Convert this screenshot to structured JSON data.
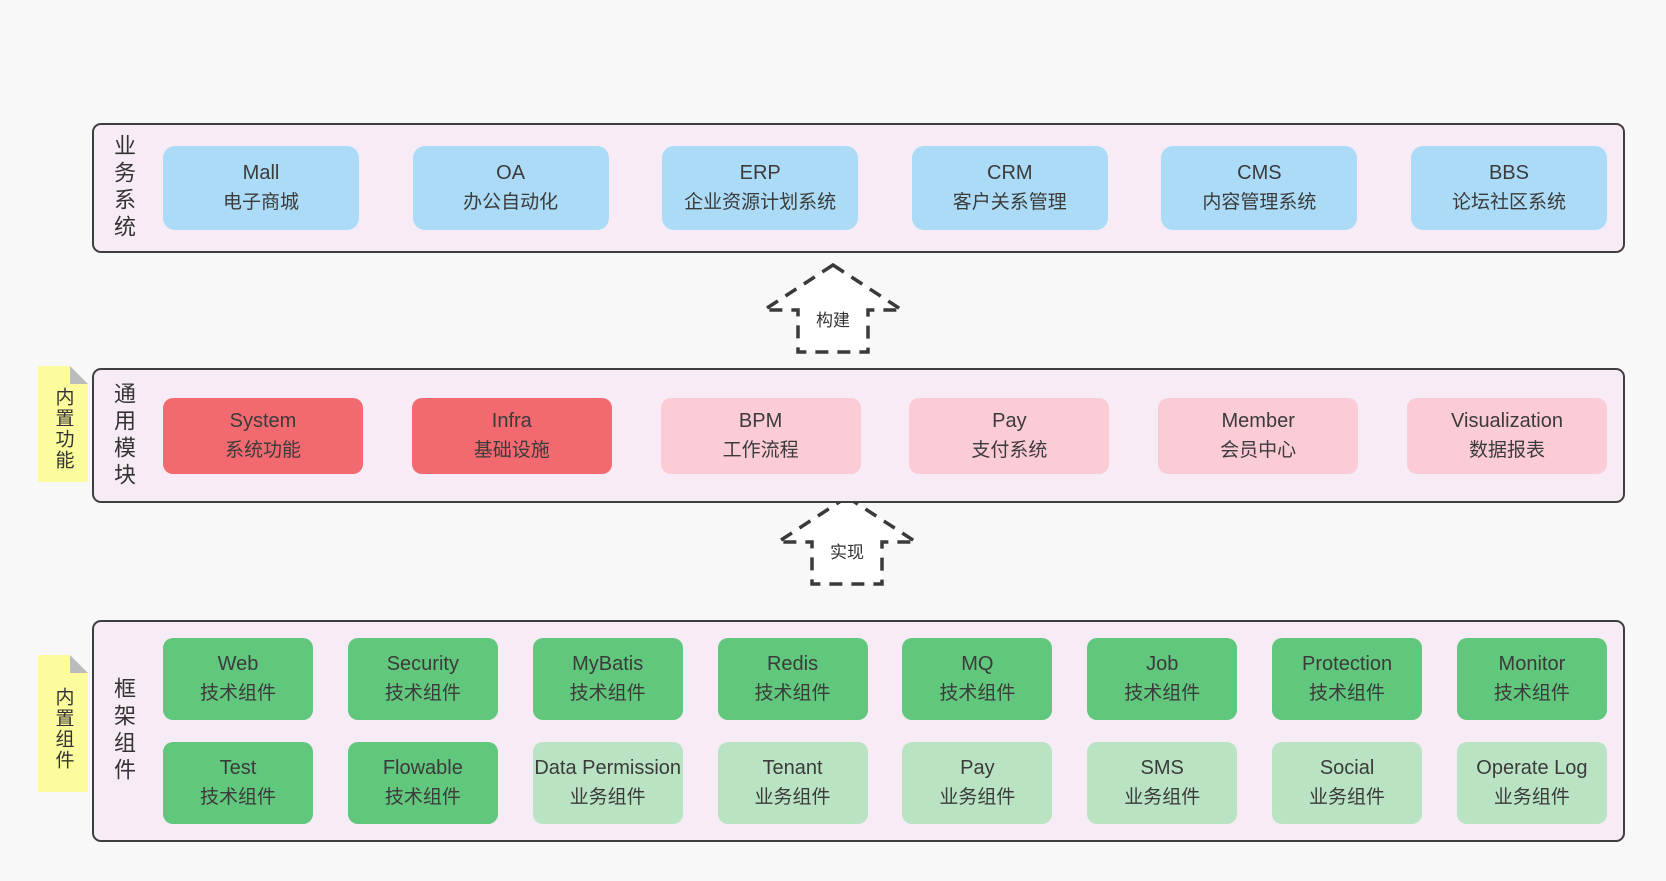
{
  "business": {
    "label": "业务系统",
    "items": [
      {
        "name": "Mall",
        "desc": "电子商城"
      },
      {
        "name": "OA",
        "desc": "办公自动化"
      },
      {
        "name": "ERP",
        "desc": "企业资源计划系统"
      },
      {
        "name": "CRM",
        "desc": "客户关系管理"
      },
      {
        "name": "CMS",
        "desc": "内容管理系统"
      },
      {
        "name": "BBS",
        "desc": "论坛社区系统"
      }
    ]
  },
  "arrows": {
    "build": "构建",
    "implement": "实现"
  },
  "modules": {
    "sticky": "内置功能",
    "label": "通用模块",
    "items": [
      {
        "name": "System",
        "desc": "系统功能"
      },
      {
        "name": "Infra",
        "desc": "基础设施"
      },
      {
        "name": "BPM",
        "desc": "工作流程"
      },
      {
        "name": "Pay",
        "desc": "支付系统"
      },
      {
        "name": "Member",
        "desc": "会员中心"
      },
      {
        "name": "Visualization",
        "desc": "数据报表"
      }
    ]
  },
  "components": {
    "sticky": "内置组件",
    "label": "框架组件",
    "row1": [
      {
        "name": "Web",
        "desc": "技术组件"
      },
      {
        "name": "Security",
        "desc": "技术组件"
      },
      {
        "name": "MyBatis",
        "desc": "技术组件"
      },
      {
        "name": "Redis",
        "desc": "技术组件"
      },
      {
        "name": "MQ",
        "desc": "技术组件"
      },
      {
        "name": "Job",
        "desc": "技术组件"
      },
      {
        "name": "Protection",
        "desc": "技术组件"
      },
      {
        "name": "Monitor",
        "desc": "技术组件"
      }
    ],
    "row2": [
      {
        "name": "Test",
        "desc": "技术组件"
      },
      {
        "name": "Flowable",
        "desc": "技术组件"
      },
      {
        "name": "Data Permission",
        "desc": "业务组件"
      },
      {
        "name": "Tenant",
        "desc": "业务组件"
      },
      {
        "name": "Pay",
        "desc": "业务组件"
      },
      {
        "name": "SMS",
        "desc": "业务组件"
      },
      {
        "name": "Social",
        "desc": "业务组件"
      },
      {
        "name": "Operate Log",
        "desc": "业务组件"
      }
    ]
  },
  "colors": {
    "page_bg": "#f8f8f8",
    "panel_bg": "#f7ecf5",
    "panel_border": "#3f3f3f",
    "business_box": "#abdbf6",
    "core_module_box": "#f26a70",
    "optional_module_box": "#fbcbd6",
    "tech_component_box": "#61c77c",
    "biz_component_box": "#b9e3c3",
    "sticky_note": "#fcfc9e",
    "text": "#3b3b3b"
  }
}
